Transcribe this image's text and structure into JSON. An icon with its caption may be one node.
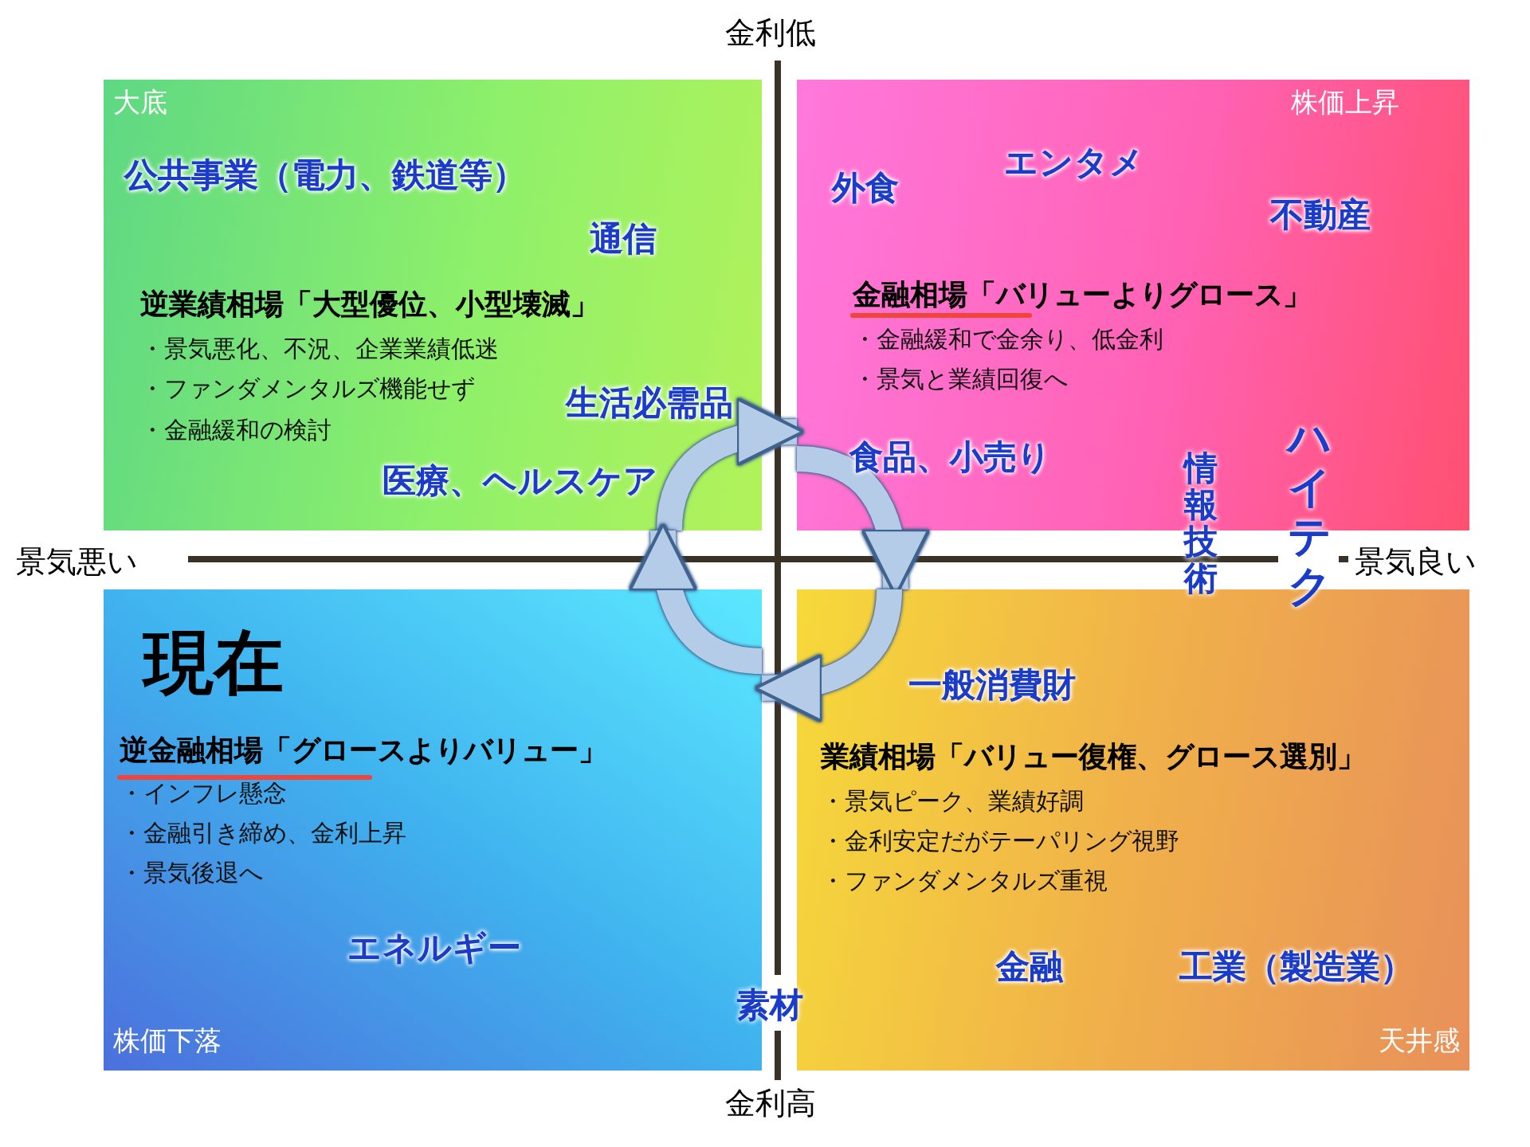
{
  "diagram": {
    "nodes": [
      {
        "text": [
          "大底",
          "公共事業（電力、鉄道等）",
          "通信",
          "逆業績相場「大型優位、小型壊滅」",
          "・景気悪化、不況、企業業績低迷",
          "・ファンダメンタルズ機能せず",
          "・金融緩和の検討",
          "生活必需品",
          "医療、ヘルスケア"
        ]
      },
      {
        "text": [
          "株価上昇",
          "外食",
          "エンタメ",
          "不動産",
          "金融相場「バリューよりグロース」",
          "・金融緩和で金余り、低金利",
          "・景気と業績回復へ",
          "食品、小売り"
        ]
      },
      {
        "text": [
          "現在",
          "逆金融相場「グロースよりバリュー」",
          "・インフレ懸念",
          "・金融引き締め、金利上昇",
          "・景気後退へ",
          "エネルギー",
          "株価下落"
        ]
      },
      {
        "text": [
          "一般消費財",
          "業績相場「バリュー復権、グロース選別」",
          "・景気ピーク、業績好調",
          "・金利安定だがテーパリング視野",
          "・ファンダメンタルズ重視",
          "金融",
          "工業（製造業）",
          "天井感"
        ]
      }
    ],
    "edges": [
      {
        "from": 0,
        "to": 1,
        "arrow": "to"
      },
      {
        "from": 1,
        "to": 3,
        "arrow": "to"
      },
      {
        "from": 3,
        "to": 2,
        "arrow": "to"
      },
      {
        "from": 2,
        "to": 0,
        "arrow": "to"
      }
    ],
    "labels": [
      "金利低",
      "景気悪い",
      "景気良い",
      "情報技術",
      "ハイテク",
      "素材",
      "金利高"
    ]
  }
}
